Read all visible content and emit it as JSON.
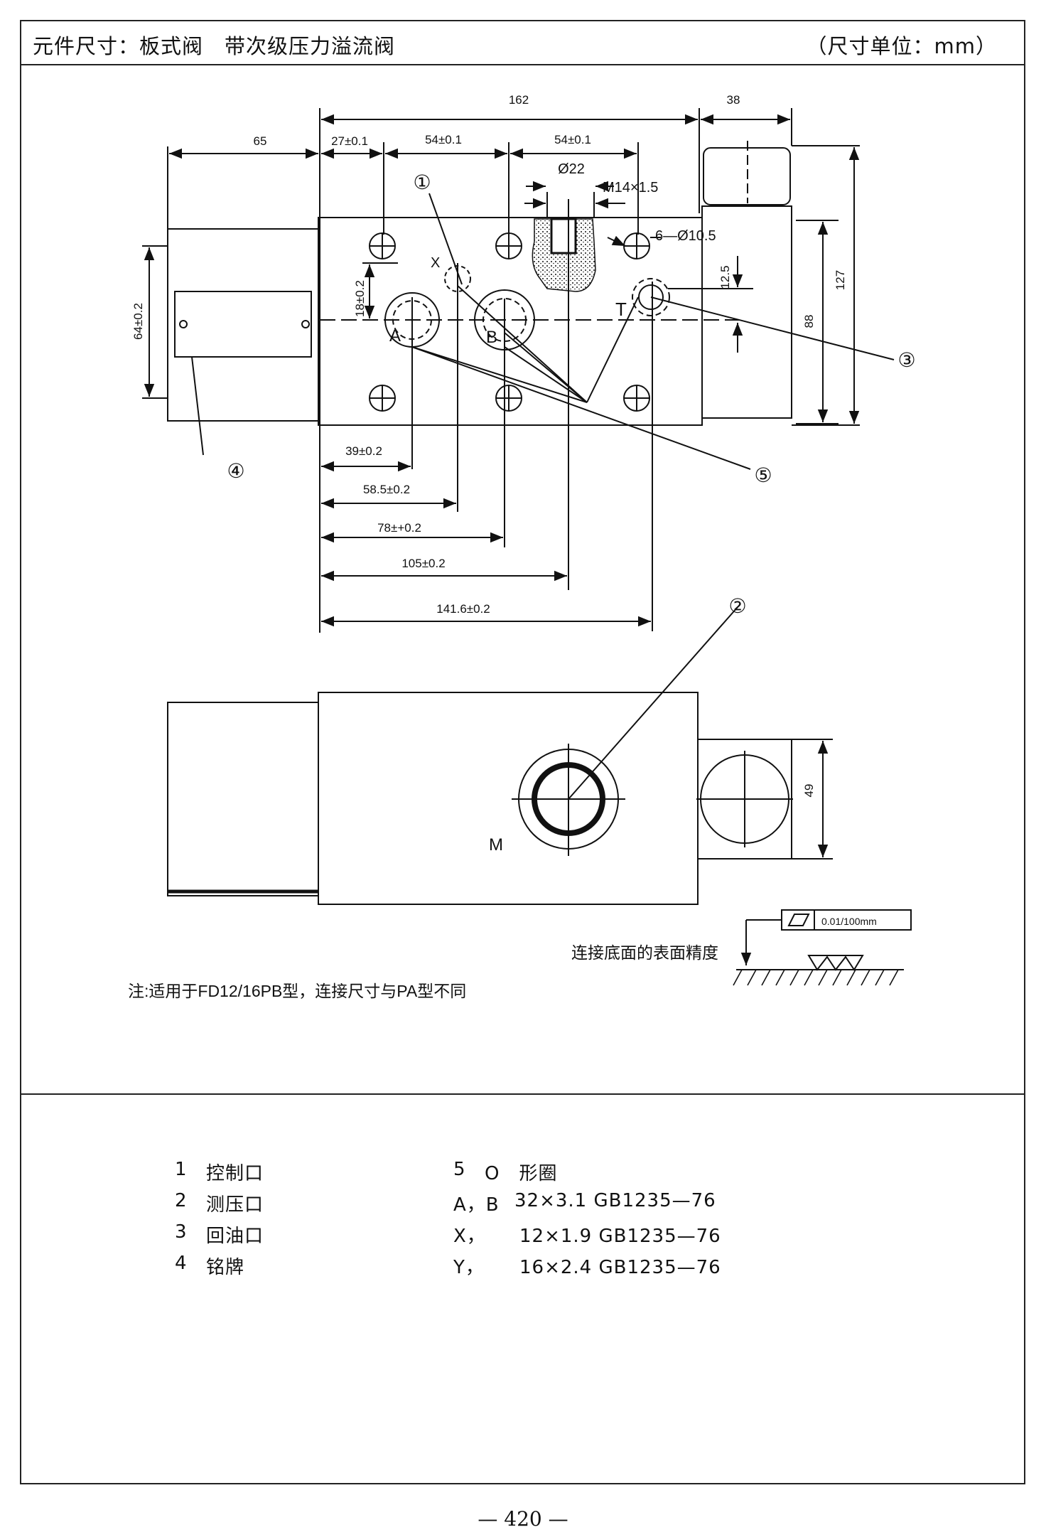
{
  "header": {
    "title": "元件尺寸：板式阀　带次级压力溢流阀",
    "unit": "（尺寸单位：mm）"
  },
  "top_view": {
    "dims": {
      "overall": "162",
      "right": "38",
      "left": "65",
      "d27": "27±0.1",
      "d54a": "54±0.1",
      "d54b": "54±0.1",
      "phi22": "Ø22",
      "thread": "M14×1.5",
      "holes": "6—Ø10.5",
      "d12_5": "12.5",
      "d88": "88",
      "d127": "127",
      "d64": "64±0.2",
      "d18": "18±0.2",
      "d39": "39±0.2",
      "d58_5": "58.5±0.2",
      "d78": "78±+0.2",
      "d105": "105±0.2",
      "d141_6": "141.6±0.2"
    },
    "ports": {
      "x": "X",
      "a": "A",
      "b": "B",
      "t": "T"
    },
    "callouts": [
      "①",
      "②",
      "③",
      "④",
      "⑤"
    ]
  },
  "side_view": {
    "port_m": "M",
    "d49": "49"
  },
  "surface": {
    "label": "连接底面的表面精度",
    "flatness": "0.01/100mm"
  },
  "note": "注:适用于FD12/16PB型，连接尺寸与PA型不同",
  "legend": {
    "left": [
      {
        "num": "1",
        "label": "控制口"
      },
      {
        "num": "2",
        "label": "测压口"
      },
      {
        "num": "3",
        "label": "回油口"
      },
      {
        "num": "4",
        "label": "铭牌"
      }
    ],
    "right": [
      {
        "key": "5",
        "spec": "O　形圈"
      },
      {
        "key": "A，B",
        "spec": "32×3.1 GB1235—76"
      },
      {
        "key": "X，",
        "spec": "　12×1.9 GB1235—76"
      },
      {
        "key": "Y，",
        "spec": "　16×2.4 GB1235—76"
      }
    ]
  },
  "page_number": "— 420 —"
}
